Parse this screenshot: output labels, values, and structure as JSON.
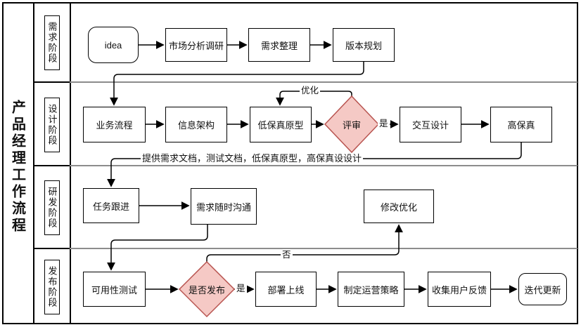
{
  "diagram_title": "产品经理工作流程",
  "lanes": [
    {
      "label": "需求阶段"
    },
    {
      "label": "设计阶段"
    },
    {
      "label": "研发阶段"
    },
    {
      "label": "发布阶段"
    }
  ],
  "nodes": {
    "idea": "idea",
    "market_research": "市场分析调研",
    "requirement_sorting": "需求整理",
    "version_planning": "版本规划",
    "business_process": "业务流程",
    "information_architecture": "信息架构",
    "lowfi_prototype": "低保真原型",
    "review": "评审",
    "interaction_design": "交互设计",
    "hifi": "高保真",
    "task_followup": "任务跟进",
    "requirement_communication": "需求随时沟通",
    "modify_optimize": "修改优化",
    "usability_test": "可用性测试",
    "release_decision": "是否发布",
    "deploy_online": "部署上线",
    "operation_strategy": "制定运营策略",
    "collect_feedback": "收集用户反馈",
    "iterate_update": "迭代更新"
  },
  "edge_labels": {
    "optimize": "优化",
    "yes_review": "是",
    "yes_release": "是",
    "no_release": "否",
    "deliver_docs": "提供需求文档，测试文档，低保真原型，高保真设设计"
  },
  "colors": {
    "decision_fill": "#f5c9c5",
    "decision_stroke": "#b85450",
    "node_stroke": "#000000",
    "lane_divider": "#8c8c8c"
  }
}
